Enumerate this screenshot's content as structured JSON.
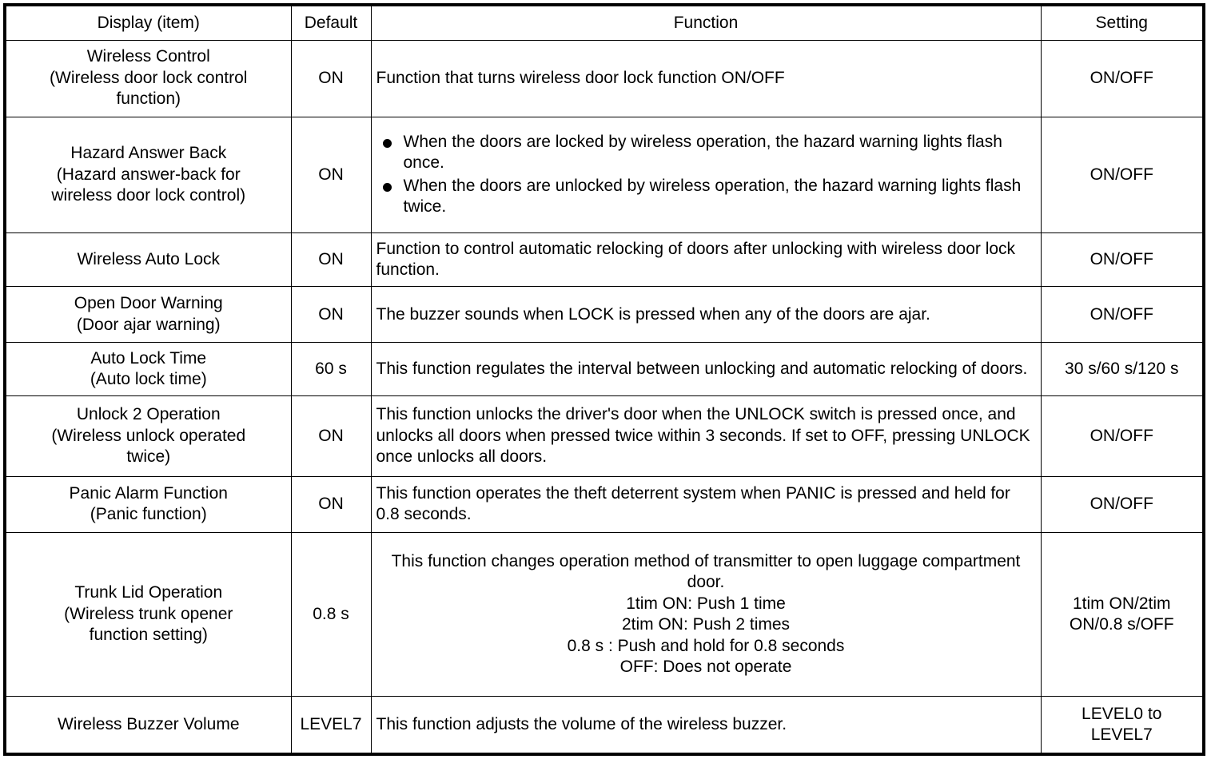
{
  "table": {
    "headers": [
      {
        "key": "display",
        "label": "Display (item)"
      },
      {
        "key": "default",
        "label": "Default"
      },
      {
        "key": "function",
        "label": "Function"
      },
      {
        "key": "setting",
        "label": "Setting"
      }
    ],
    "rows": [
      {
        "display_lines": [
          "Wireless Control",
          "(Wireless door lock control",
          "function)"
        ],
        "default": "ON",
        "function_text": "Function that turns wireless door lock function ON/OFF",
        "setting": "ON/OFF"
      },
      {
        "display_lines": [
          "Hazard Answer Back",
          "(Hazard answer-back for",
          "wireless door lock control)"
        ],
        "default": "ON",
        "function_bullets": [
          "When the doors are locked by wireless operation, the hazard warning lights flash once.",
          "When the doors are unlocked by wireless operation, the hazard warning lights flash twice."
        ],
        "setting": "ON/OFF"
      },
      {
        "display_lines": [
          "Wireless Auto Lock"
        ],
        "default": "ON",
        "function_text": "Function to control automatic relocking of doors after unlocking with wireless door lock function.",
        "setting": "ON/OFF"
      },
      {
        "display_lines": [
          "Open Door Warning",
          "(Door ajar warning)"
        ],
        "default": "ON",
        "function_text": "The buzzer sounds when LOCK is pressed when any of the doors are ajar.",
        "setting": "ON/OFF"
      },
      {
        "display_lines": [
          "Auto Lock Time",
          "(Auto lock time)"
        ],
        "default": "60 s",
        "function_text": "This function regulates the interval between unlocking and automatic relocking of doors.",
        "setting": "30 s/60 s/120 s"
      },
      {
        "display_lines": [
          "Unlock 2 Operation",
          "(Wireless unlock operated",
          "twice)"
        ],
        "default": "ON",
        "function_text": "This function unlocks the driver's door when the UNLOCK switch is pressed once, and unlocks all doors when pressed twice within 3 seconds. If set to OFF, pressing UNLOCK once unlocks all doors.",
        "setting": "ON/OFF"
      },
      {
        "display_lines": [
          "Panic Alarm Function",
          "(Panic function)"
        ],
        "default": "ON",
        "function_text": "This function operates the theft deterrent system when PANIC is pressed and held for 0.8 seconds.",
        "setting": "ON/OFF"
      },
      {
        "display_lines": [
          "Trunk Lid Operation",
          "(Wireless trunk opener",
          "function setting)"
        ],
        "default": "0.8 s",
        "function_lines": [
          "This function changes operation method of transmitter to open luggage compartment door.",
          "1tim ON: Push 1 time",
          "2tim ON: Push 2 times",
          "0.8 s : Push and hold for 0.8 seconds",
          "OFF: Does not operate"
        ],
        "setting_lines": [
          "1tim ON/2tim",
          "ON/0.8 s/OFF"
        ]
      },
      {
        "display_lines": [
          "Wireless Buzzer Volume"
        ],
        "default": "LEVEL7",
        "function_text": "This function adjusts the volume of the wireless buzzer.",
        "setting_lines": [
          "LEVEL0 to",
          "LEVEL7"
        ]
      }
    ]
  },
  "colors": {
    "border": "#000000",
    "text": "#000000",
    "background": "#ffffff"
  }
}
